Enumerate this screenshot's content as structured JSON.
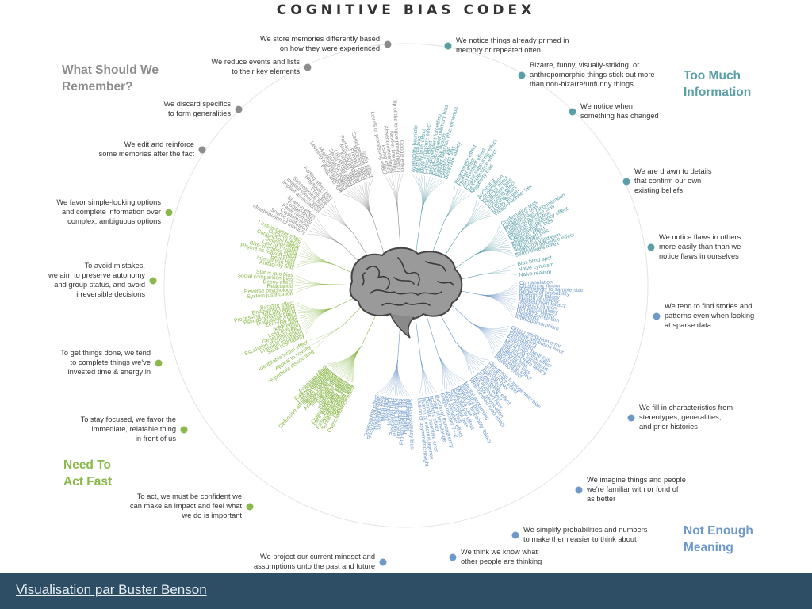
{
  "title": "COGNITIVE BIAS CODEX",
  "footer": {
    "credit": "Visualisation par Buster Benson"
  },
  "colors": {
    "remember": "#8c8c8c",
    "info": "#5a9fa8",
    "meaning": "#6e98c8",
    "act": "#8ab84a",
    "footer": "#2e4e66",
    "dark": "#333333"
  },
  "quadrants": [
    {
      "key": "remember",
      "lines": [
        "What Should We",
        "Remember?"
      ]
    },
    {
      "key": "info",
      "lines": [
        "Too Much",
        "Information"
      ]
    },
    {
      "key": "meaning",
      "lines": [
        "Not Enough",
        "Meaning"
      ]
    },
    {
      "key": "act",
      "lines": [
        "Need To",
        "Act Fast"
      ]
    }
  ],
  "categories": [
    {
      "group": "info",
      "lines": [
        "We notice things already primed in",
        "memory or repeated often"
      ],
      "biases": [
        "Availability heuristic",
        "Attentional bias",
        "Illusory truth effect",
        "Mere exposure effect",
        "Context effect",
        "Cue-dependent forgetting",
        "Mood-congruent memory bias",
        "Frequency illusion",
        "Baader-Meinhof Phenomenon",
        "Empathy gap",
        "Omission bias",
        "Base rate fallacy"
      ]
    },
    {
      "group": "info",
      "lines": [
        "Bizarre, funny, visually-striking, or",
        "anthropomorphic things stick out more",
        "than non-bizarre/unfunny things"
      ],
      "biases": [
        "Bizarreness effect",
        "Humor effect",
        "Von Restorff effect",
        "Picture superiority effect",
        "Self-relevance effect",
        "Negativity bias"
      ]
    },
    {
      "group": "info",
      "lines": [
        "We notice when",
        "something has changed"
      ],
      "biases": [
        "Anchoring",
        "Conservatism",
        "Contrast effect",
        "Distinction bias",
        "Focusing effect",
        "Framing effect",
        "Money illusion",
        "Weber-Fechner law"
      ]
    },
    {
      "group": "info",
      "lines": [
        "We are drawn to details",
        "that confirm our own",
        "existing beliefs"
      ],
      "biases": [
        "Confirmation bias",
        "Congruence bias",
        "Post-purchase rationalization",
        "Choice-supportive bias",
        "Selective perception",
        "Observer-expectancy effect",
        "Experimenter's bias",
        "Observer effect",
        "Expectation bias",
        "Ostrich effect",
        "Subjective validation",
        "Continued influence effect",
        "Semmelweis reflex"
      ]
    },
    {
      "group": "info",
      "lines": [
        "We notice flaws in others",
        "more easily than than we",
        "notice flaws in ourselves"
      ],
      "biases": [
        "Bias blind spot",
        "Naive cynicism",
        "Naive realism"
      ]
    },
    {
      "group": "meaning",
      "lines": [
        "We tend to find stories and",
        "patterns even when looking",
        "at sparse data"
      ],
      "biases": [
        "Confabulation",
        "Clustering illusion",
        "Insensitivity to sample size",
        "Neglect of probability",
        "Anecdotal fallacy",
        "Illusion of validity",
        "Masked man fallacy",
        "Recency illusion",
        "Gambler's fallacy",
        "Hot-hand fallacy",
        "Illusory correlation",
        "Pareidolia",
        "Anthropomorphism"
      ]
    },
    {
      "group": "meaning",
      "lines": [
        "We fill in characteristics from",
        "stereotypes, generalities,",
        "and prior histories"
      ],
      "biases": [
        "Group attribution error",
        "Ultimate attribution error",
        "Stereotyping",
        "Essentialism",
        "Functional fixedness",
        "Moral credential effect",
        "Just-world hypothesis",
        "Argument from fallacy",
        "Authority bias",
        "Automation bias",
        "Bandwagon effect",
        "Placebo effect"
      ]
    },
    {
      "group": "meaning",
      "lines": [
        "We imagine things and people",
        "we're familiar with or fond of",
        "as better"
      ],
      "biases": [
        "Out-group homogeneity bias",
        "Cross-race effect",
        "In-group bias",
        "Halo effect",
        "Cheerleader effect",
        "Positivity effect",
        "Not invented here",
        "Reactive devaluation",
        "Well-traveled road effect"
      ]
    },
    {
      "group": "meaning",
      "lines": [
        "We simplify probabilities and numbers",
        "to make them easier to think about"
      ],
      "biases": [
        "Mental accounting",
        "Normalcy bias",
        "Appeal to probability fallacy",
        "Murphy's Law",
        "Subadditivity effect",
        "Survivorship bias",
        "Zero sum bias",
        "Denomination effect",
        "Magic number 7+-2"
      ]
    },
    {
      "group": "meaning",
      "lines": [
        "We think we know what",
        "other people are thinking"
      ],
      "biases": [
        "Illusion of transparency",
        "Curse of knowledge",
        "Spotlight effect",
        "Extrinsic incentive error",
        "Illusion of external agency",
        "Illusion of asymmetric insight"
      ]
    },
    {
      "group": "meaning",
      "lines": [
        "We project our current mindset and",
        "assumptions onto the past and future"
      ],
      "biases": [
        "Self-consistency bias",
        "Restraint bias",
        "Projection bias",
        "Pro-innovation bias",
        "Time-saving bias",
        "Planning fallacy",
        "Pessimism bias",
        "Impact bias",
        "Declinism",
        "Moral luck",
        "Outcome bias",
        "Hindsight bias",
        "Rosy retrospection",
        "Telescoping effect"
      ]
    },
    {
      "group": "act",
      "lines": [
        "To act, we must be confident we",
        "can make an impact and feel what",
        "we do is important"
      ],
      "biases": [
        "Overconfidence effect",
        "Egocentric bias",
        "Optimism bias",
        "Social desirability bias",
        "Third-person effect",
        "False consensus effect",
        "Hard-easy effect",
        "Lake Wobegone effect",
        "Dunning-Kruger effect",
        "Egocentric bias",
        "Optimism bias",
        "Forer effect",
        "Barnum effect",
        "Self-serving bias",
        "Actor-observer bias",
        "Illusion of control",
        "Illusory superiority",
        "Defensive attribution hypothesis",
        "Trait ascription bias",
        "Effort justification",
        "Risk compensation",
        "Peltzman effect"
      ]
    },
    {
      "group": "act",
      "lines": [
        "To stay focused, we favor the",
        "immediate, relatable thing",
        "in front of us"
      ],
      "biases": [
        "Hyperbolic discounting",
        "Appeal to novelty",
        "Identifiable victim effect"
      ]
    },
    {
      "group": "act",
      "lines": [
        "To get things done, we tend",
        "to complete things we've",
        "invested time & energy in"
      ],
      "biases": [
        "Sunk cost fallacy",
        "Irrational escalation",
        "Escalation of commitment",
        "Generation effect",
        "Loss aversion",
        "IKEA effect",
        "Unit bias",
        "Zero-risk bias",
        "Disposition effect",
        "Pseudocertainty effect",
        "Processing difficulty effect",
        "Endowment effect",
        "Backfire effect"
      ]
    },
    {
      "group": "act",
      "lines": [
        "To avoid mistakes,",
        "we aim to preserve autonomy",
        "and group status, and avoid",
        "irreversible decisions"
      ],
      "biases": [
        "System justification",
        "Reverse psychology",
        "Reactance",
        "Decoy effect",
        "Social comparison bias",
        "Status quo bias"
      ]
    },
    {
      "group": "act",
      "lines": [
        "We favor simple-looking options",
        "and complete information over",
        "complex, ambiguous options"
      ],
      "biases": [
        "Ambiguity bias",
        "Information bias",
        "Belief bias",
        "Rhyme as reason effect",
        "Bike-shedding effect",
        "Law of Triviality",
        "Delmore effect",
        "Conjunction fallacy",
        "Occam's razor",
        "Less-is-better effect"
      ]
    },
    {
      "group": "remember",
      "lines": [
        "We edit and reinforce",
        "some memories after the fact"
      ],
      "biases": [
        "Misattribution of memory",
        "Source confusion",
        "Cryptomnesia",
        "False memory",
        "Suggestibility",
        "Spacing effect"
      ]
    },
    {
      "group": "remember",
      "lines": [
        "We discard specifics",
        "to form generalities"
      ],
      "biases": [
        "Implicit associations",
        "Implicit stereotypes",
        "Stereotypical bias",
        "Prejudice",
        "Negativity bias",
        "Fading affect bias"
      ]
    },
    {
      "group": "remember",
      "lines": [
        "We reduce events and lists",
        "to their key elements"
      ],
      "biases": [
        "Peak-end rule",
        "Leveling and sharpening",
        "Misinformation effect",
        "Duration neglect",
        "Serial recall effect",
        "List-length effect",
        "Modality effect",
        "Memory inhibition",
        "Part-list cueing effect",
        "Primacy effect",
        "Recency effect",
        "Serial position effect",
        "Suffix effect"
      ]
    },
    {
      "group": "remember",
      "lines": [
        "We store memories differently based",
        "on how they were experienced"
      ],
      "biases": [
        "Levels of processing effect",
        "Testing effect",
        "Absent-mindedness",
        "Next-in-line effect",
        "Tip of the tongue phenomenon",
        "Google effect"
      ]
    }
  ]
}
